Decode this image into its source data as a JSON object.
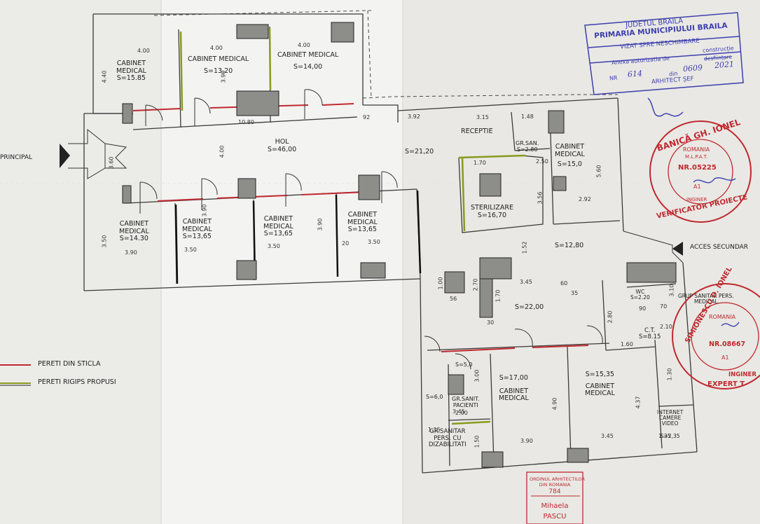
{
  "rooms": {
    "cab_1585": {
      "name": "CABINET\nMEDICAL",
      "area": "S=15.85"
    },
    "cab_1320": {
      "name": "CABINET MEDICAL",
      "area": "S=13,20"
    },
    "cab_1400": {
      "name": "CABINET MEDICAL",
      "area": "S=14,00"
    },
    "hol": {
      "name": "HOL",
      "area": "S=46,00"
    },
    "receptie": {
      "name": "RECEPTIE",
      "area": "S=21,20"
    },
    "grsan": {
      "name": "GR.SAN.",
      "area": "S=2.80"
    },
    "cab_150": {
      "name": "CABINET\nMEDICAL",
      "area": "S=15,0"
    },
    "sterilizare": {
      "name": "STERILIZARE",
      "area": "S=16,70"
    },
    "cab_1430": {
      "name": "CABINET\nMEDICAL",
      "area": "S=14.30"
    },
    "cab_1365a": {
      "name": "CABINET\nMEDICAL",
      "area": "S=13,65"
    },
    "cab_1365b": {
      "name": "CABINET\nMEDICAL",
      "area": "S=13,65"
    },
    "cab_1365c": {
      "name": "CABINET\nMEDICAL",
      "area": "S=13,65"
    },
    "s1280": {
      "area": "S=12,80"
    },
    "s2200": {
      "area": "S=22,00"
    },
    "cab_1700": {
      "name": "CABINET\nMEDICAL",
      "area": "S=17,00"
    },
    "cab_1535": {
      "name": "CABINET\nMEDICAL",
      "area": "S=15,35"
    },
    "ct": {
      "name": "C.T.",
      "area": "S=8.15"
    },
    "wc": {
      "name": "WC",
      "area": "S=2.20"
    },
    "grup_sanitar": {
      "name": "GRUP SANITAR PERS.\nMEDICAL"
    },
    "gr_sanit_pacienti": {
      "name": "GR.SANIT.\nPACIENTI"
    },
    "gr_sanitar_pers": {
      "name": "GR.SANITAR\nPERS. CU\nDIZABILITATI"
    },
    "s60": {
      "area": "S=6,0"
    },
    "s50": {
      "area": "S=5,0"
    },
    "internet": {
      "name": "INTERNET\nCAMERE\nVIDEO",
      "area": "S=2,35"
    }
  },
  "labels": {
    "principal": "PRINCIPAL",
    "acces_secundar": "ACCES SECUNDAR"
  },
  "dimensions": [
    "4.00",
    "4.00",
    "4.00",
    "4.40",
    "3.90",
    "10.80",
    "4.00",
    "3.60",
    "3.90",
    "3.50",
    "3.50",
    "3.50",
    "3.90",
    "3.90",
    "20",
    "3.50",
    "92",
    "3.92",
    "3.15",
    "1.48",
    "1.70",
    "2.50",
    "3.56",
    "5.60",
    "2.92",
    "1.52",
    "3.45",
    "1.70",
    "2.70",
    "1.00",
    "3.45",
    "60",
    "35",
    "56",
    "30",
    "2.80",
    "1.60",
    "3.90",
    "4.90",
    "4.37",
    "3.45",
    "1.15",
    "1.50",
    "2.00",
    "3.00",
    "1.35",
    "90",
    "70",
    "3.10",
    "2.10",
    "1.30"
  ],
  "legend": {
    "glass": "PERETI DIN STICLA",
    "glass_color": "#c0292f",
    "drywall": "PERETI RIGIPS PROPUSI",
    "drywall_color": "#8a9a1e"
  },
  "stamps": {
    "primarie": {
      "line1": "JUDETUL BRAILA",
      "line2": "PRIMARIA MUNICIPIULUI BRAILA",
      "line3": "VIZAT SPRE NESCHIMBARE",
      "line4a": "Anexa autorizatia de",
      "line4b": "construcție",
      "line4c": "desființare",
      "nr_label": "NR",
      "nr_value": "614",
      "din_label": "din",
      "din_value": "0609",
      "year": "2021",
      "arhitect": "ARHITECT ȘEF",
      "color": "#3c3fae"
    },
    "verificator": {
      "name": "BANICĂ GH. IONEL",
      "country": "ROMANIA",
      "mlpat": "M.L.P.A.T.",
      "nr": "NR.05225",
      "grade": "A1",
      "inginer": "INGINER",
      "role": "VERIFICATOR PROIECTE",
      "color": "#c0292f"
    },
    "expert": {
      "name": "SIMIONESCU D. IONEL",
      "country": "ROMANIA",
      "nr": "NR.08667",
      "grade": "A1",
      "inginer": "INGINER",
      "role": "EXPERT T",
      "color": "#c0292f"
    },
    "arhitect": {
      "line1": "ORDINUL ARHITECTILOR",
      "line2": "DIN ROMANIA",
      "number": "784",
      "first_name": "Mihaela",
      "last_name": "PASCU",
      "color": "#c0292f"
    }
  }
}
